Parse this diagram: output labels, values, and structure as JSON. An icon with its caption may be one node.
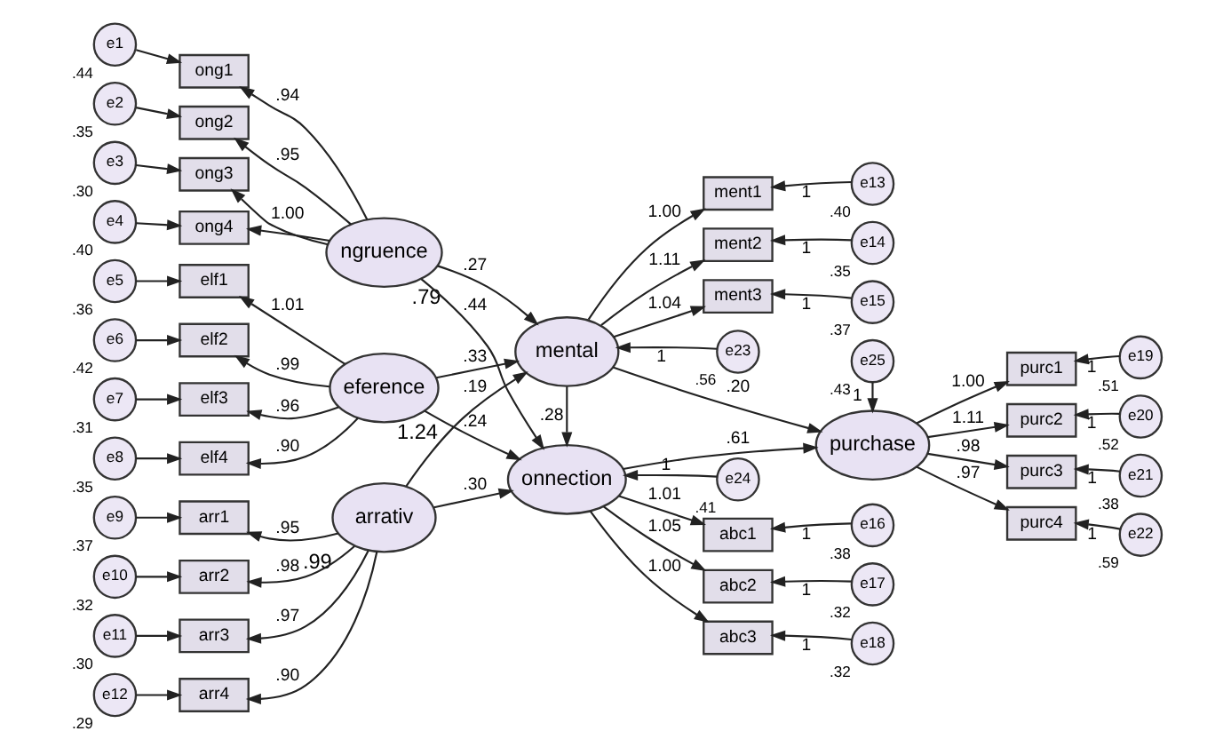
{
  "diagram": {
    "nodes": [
      {
        "text": [
          "ngruence"
        ],
        "beside": [
          ".79"
        ]
      },
      {
        "text": [
          "eference"
        ],
        "beside": [
          "1.24"
        ]
      },
      {
        "text": [
          "arrativ"
        ],
        "beside": [
          ".99"
        ]
      },
      {
        "text": [
          "mental"
        ]
      },
      {
        "text": [
          "onnection"
        ]
      },
      {
        "text": [
          "purchase"
        ]
      },
      {
        "text": [
          "ong1"
        ]
      },
      {
        "text": [
          "ong2"
        ]
      },
      {
        "text": [
          "ong3"
        ]
      },
      {
        "text": [
          "ong4"
        ]
      },
      {
        "text": [
          "elf1"
        ]
      },
      {
        "text": [
          "elf2"
        ]
      },
      {
        "text": [
          "elf3"
        ]
      },
      {
        "text": [
          "elf4"
        ]
      },
      {
        "text": [
          "arr1"
        ]
      },
      {
        "text": [
          "arr2"
        ]
      },
      {
        "text": [
          "arr3"
        ]
      },
      {
        "text": [
          "arr4"
        ]
      },
      {
        "text": [
          "e1"
        ],
        "beside": [
          ".44"
        ]
      },
      {
        "text": [
          "e2"
        ],
        "beside": [
          ".35"
        ]
      },
      {
        "text": [
          "e3"
        ],
        "beside": [
          ".30"
        ]
      },
      {
        "text": [
          "e4"
        ],
        "beside": [
          ".40"
        ]
      },
      {
        "text": [
          "e5"
        ],
        "beside": [
          ".36"
        ]
      },
      {
        "text": [
          "e6"
        ],
        "beside": [
          ".42"
        ]
      },
      {
        "text": [
          "e7"
        ],
        "beside": [
          ".31"
        ]
      },
      {
        "text": [
          "e8"
        ],
        "beside": [
          ".35"
        ]
      },
      {
        "text": [
          "e9"
        ],
        "beside": [
          ".37"
        ]
      },
      {
        "text": [
          "e10"
        ],
        "beside": [
          ".32"
        ]
      },
      {
        "text": [
          "e11"
        ],
        "beside": [
          ".30"
        ]
      },
      {
        "text": [
          "e12"
        ],
        "beside": [
          ".29"
        ]
      },
      {
        "text": [
          "ment1"
        ]
      },
      {
        "text": [
          "ment2"
        ]
      },
      {
        "text": [
          "ment3"
        ]
      },
      {
        "text": [
          "e13"
        ],
        "beside": [
          ".40"
        ]
      },
      {
        "text": [
          "e14"
        ],
        "beside": [
          ".35"
        ]
      },
      {
        "text": [
          "e15"
        ],
        "beside": [
          ".37"
        ]
      },
      {
        "text": [
          "e23"
        ],
        "beside": [
          ".56"
        ]
      },
      {
        "text": [
          "abc1"
        ]
      },
      {
        "text": [
          "abc2"
        ]
      },
      {
        "text": [
          "abc3"
        ]
      },
      {
        "text": [
          "e16"
        ],
        "beside": [
          ".38"
        ]
      },
      {
        "text": [
          "e17"
        ],
        "beside": [
          ".32"
        ]
      },
      {
        "text": [
          "e18"
        ],
        "beside": [
          ".32"
        ]
      },
      {
        "text": [
          "e24"
        ],
        "beside": [
          ".41"
        ]
      },
      {
        "text": [
          "e25"
        ],
        "beside": [
          ".43"
        ]
      },
      {
        "text": [
          "purc1"
        ]
      },
      {
        "text": [
          "purc2"
        ]
      },
      {
        "text": [
          "purc3"
        ]
      },
      {
        "text": [
          "purc4"
        ]
      },
      {
        "text": [
          "e19"
        ],
        "beside": [
          ".51"
        ]
      },
      {
        "text": [
          "e20"
        ],
        "beside": [
          ".52"
        ]
      },
      {
        "text": [
          "e21"
        ],
        "beside": [
          ".38"
        ]
      },
      {
        "text": [
          "e22"
        ],
        "beside": [
          ".59"
        ]
      }
    ],
    "edges": [
      {
        "from": 0,
        "to": 3,
        "arrow": "to",
        "label": ".27"
      },
      {
        "from": 0,
        "to": 4,
        "arrow": "to",
        "label": ".44"
      },
      {
        "from": 1,
        "to": 3,
        "arrow": "to",
        "label": ".33"
      },
      {
        "from": 1,
        "to": 4,
        "arrow": "to",
        "label": ".24"
      },
      {
        "from": 2,
        "to": 3,
        "arrow": "to",
        "label": ".19"
      },
      {
        "from": 2,
        "to": 4,
        "arrow": "to",
        "label": ".30"
      },
      {
        "from": 3,
        "to": 4,
        "arrow": "to",
        "label": ".28"
      },
      {
        "from": 3,
        "to": 5,
        "arrow": "to",
        "label": ".20"
      },
      {
        "from": 4,
        "to": 5,
        "arrow": "to",
        "label": ".61"
      },
      {
        "from": 36,
        "to": 3,
        "arrow": "to",
        "label": "1"
      },
      {
        "from": 43,
        "to": 4,
        "arrow": "to",
        "label": "1"
      },
      {
        "from": 44,
        "to": 5,
        "arrow": "to",
        "label": "1"
      },
      {
        "from": 0,
        "to": 6,
        "arrow": "to",
        "label": ".94"
      },
      {
        "from": 0,
        "to": 7,
        "arrow": "to",
        "label": ".95"
      },
      {
        "from": 0,
        "to": 8,
        "arrow": "to",
        "label": "1.00"
      },
      {
        "from": 0,
        "to": 9,
        "arrow": "to"
      },
      {
        "from": 1,
        "to": 10,
        "arrow": "to",
        "label": "1.01"
      },
      {
        "from": 1,
        "to": 11,
        "arrow": "to",
        "label": ".99"
      },
      {
        "from": 1,
        "to": 12,
        "arrow": "to",
        "label": ".96"
      },
      {
        "from": 1,
        "to": 13,
        "arrow": "to",
        "label": ".90"
      },
      {
        "from": 2,
        "to": 14,
        "arrow": "to",
        "label": ".95"
      },
      {
        "from": 2,
        "to": 15,
        "arrow": "to",
        "label": ".98"
      },
      {
        "from": 2,
        "to": 16,
        "arrow": "to",
        "label": ".97"
      },
      {
        "from": 2,
        "to": 17,
        "arrow": "to",
        "label": ".90"
      },
      {
        "from": 18,
        "to": 6,
        "arrow": "to"
      },
      {
        "from": 19,
        "to": 7,
        "arrow": "to"
      },
      {
        "from": 20,
        "to": 8,
        "arrow": "to"
      },
      {
        "from": 21,
        "to": 9,
        "arrow": "to"
      },
      {
        "from": 22,
        "to": 10,
        "arrow": "to"
      },
      {
        "from": 23,
        "to": 11,
        "arrow": "to"
      },
      {
        "from": 24,
        "to": 12,
        "arrow": "to"
      },
      {
        "from": 25,
        "to": 13,
        "arrow": "to"
      },
      {
        "from": 26,
        "to": 14,
        "arrow": "to"
      },
      {
        "from": 27,
        "to": 15,
        "arrow": "to"
      },
      {
        "from": 28,
        "to": 16,
        "arrow": "to"
      },
      {
        "from": 29,
        "to": 17,
        "arrow": "to"
      },
      {
        "from": 3,
        "to": 30,
        "arrow": "to",
        "label": "1.00"
      },
      {
        "from": 3,
        "to": 31,
        "arrow": "to",
        "label": "1.11"
      },
      {
        "from": 3,
        "to": 32,
        "arrow": "to",
        "label": "1.04"
      },
      {
        "from": 33,
        "to": 30,
        "arrow": "to",
        "label": "1"
      },
      {
        "from": 34,
        "to": 31,
        "arrow": "to",
        "label": "1"
      },
      {
        "from": 35,
        "to": 32,
        "arrow": "to",
        "label": "1"
      },
      {
        "from": 4,
        "to": 37,
        "arrow": "to",
        "label": "1.01"
      },
      {
        "from": 4,
        "to": 38,
        "arrow": "to",
        "label": "1.05"
      },
      {
        "from": 4,
        "to": 39,
        "arrow": "to",
        "label": "1.00"
      },
      {
        "from": 40,
        "to": 37,
        "arrow": "to",
        "label": "1"
      },
      {
        "from": 41,
        "to": 38,
        "arrow": "to",
        "label": "1"
      },
      {
        "from": 42,
        "to": 39,
        "arrow": "to",
        "label": "1"
      },
      {
        "from": 5,
        "to": 45,
        "arrow": "to",
        "label": "1.00"
      },
      {
        "from": 5,
        "to": 46,
        "arrow": "to",
        "label": "1.11"
      },
      {
        "from": 5,
        "to": 47,
        "arrow": "to",
        "label": ".98"
      },
      {
        "from": 5,
        "to": 48,
        "arrow": "to",
        "label": ".97"
      },
      {
        "from": 49,
        "to": 45,
        "arrow": "to",
        "label": "1"
      },
      {
        "from": 50,
        "to": 46,
        "arrow": "to",
        "label": "1"
      },
      {
        "from": 51,
        "to": 47,
        "arrow": "to",
        "label": "1"
      },
      {
        "from": 52,
        "to": 48,
        "arrow": "to",
        "label": "1"
      }
    ]
  }
}
